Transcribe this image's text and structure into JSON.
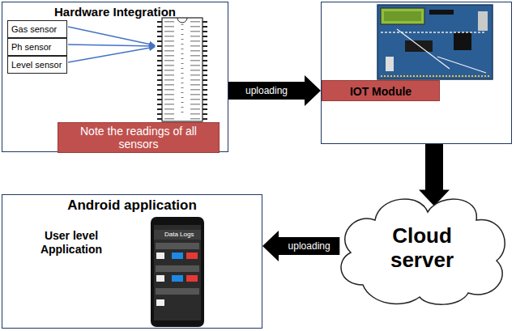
{
  "diagram": {
    "nodes": [
      {
        "text": [
          "Hardware Integration"
        ]
      },
      {
        "text": [
          "Gas sensor"
        ],
        "in": 0
      },
      {
        "text": [
          "Ph sensor"
        ],
        "in": 0
      },
      {
        "text": [
          "Level sensor"
        ],
        "in": 0
      },
      {
        "text": [
          "Note the readings of all sensors"
        ],
        "in": 0
      },
      {
        "text": [
          "IOT Module"
        ]
      },
      {
        "text": [
          "Cloud server"
        ]
      },
      {
        "text": [
          "Android application",
          "User level Application"
        ]
      }
    ],
    "edges": [
      {
        "from": 0,
        "to": 5,
        "arrow": "to",
        "label": "uploading"
      },
      {
        "from": 5,
        "to": 6,
        "arrow": "to"
      },
      {
        "from": 6,
        "to": 7,
        "arrow": "to",
        "label": "uploading"
      }
    ],
    "labels": [
      "Data Logs"
    ]
  }
}
